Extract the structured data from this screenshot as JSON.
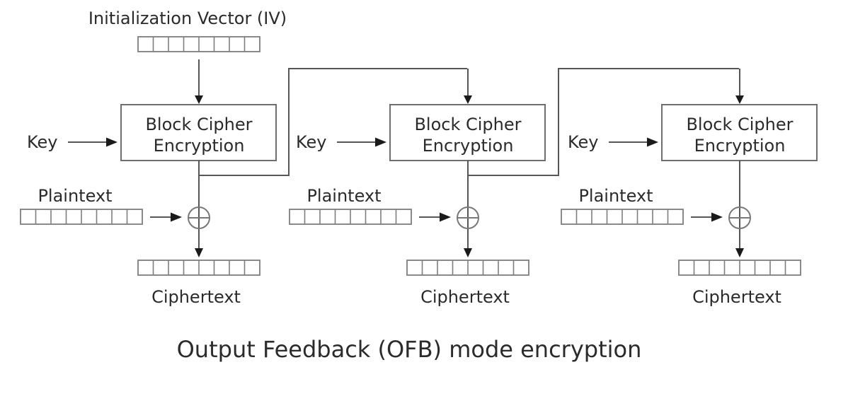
{
  "diagram": {
    "title": "Output Feedback (OFB) mode encryption",
    "iv_label": "Initialization Vector (IV)",
    "register_cells": 8,
    "units": [
      {
        "key_label": "Key",
        "box_line1": "Block Cipher",
        "box_line2": "Encryption",
        "plaintext_label": "Plaintext",
        "ciphertext_label": "Ciphertext"
      },
      {
        "key_label": "Key",
        "box_line1": "Block Cipher",
        "box_line2": "Encryption",
        "plaintext_label": "Plaintext",
        "ciphertext_label": "Ciphertext"
      },
      {
        "key_label": "Key",
        "box_line1": "Block Cipher",
        "box_line2": "Encryption",
        "plaintext_label": "Plaintext",
        "ciphertext_label": "Ciphertext"
      }
    ],
    "colors": {
      "background": "#ffffff",
      "text": "#2b2b2b",
      "line": "#565656",
      "box_stroke": "#6e6e6e",
      "register_stroke": "#7e7e7e",
      "arrowhead": "#1a1a1a"
    }
  }
}
